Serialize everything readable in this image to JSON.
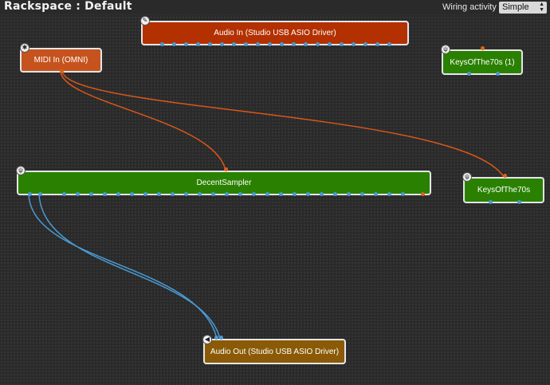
{
  "header": {
    "title": "Rackspace : Default",
    "wiring_label": "Wiring activity",
    "wiring_value": "Simple"
  },
  "nodes": {
    "audio_in": {
      "label": "Audio In (Studio USB ASIO Driver)",
      "color": "#b33000"
    },
    "midi_in": {
      "label": "MIDI In (OMNI)",
      "color": "#c6531e"
    },
    "keys70s_1": {
      "label": "KeysOfThe70s (1)",
      "color": "#2a8000"
    },
    "decent_sampler": {
      "label": "DecentSampler",
      "color": "#2a8000"
    },
    "keys70s": {
      "label": "KeysOfThe70s",
      "color": "#2a8000"
    },
    "audio_out": {
      "label": "Audio Out (Studio USB ASIO Driver)",
      "color": "#8a5a06"
    }
  },
  "colors": {
    "midi_wire": "#d9571a",
    "audio_wire": "#4a9ad4",
    "background": "#2a2a2a"
  }
}
